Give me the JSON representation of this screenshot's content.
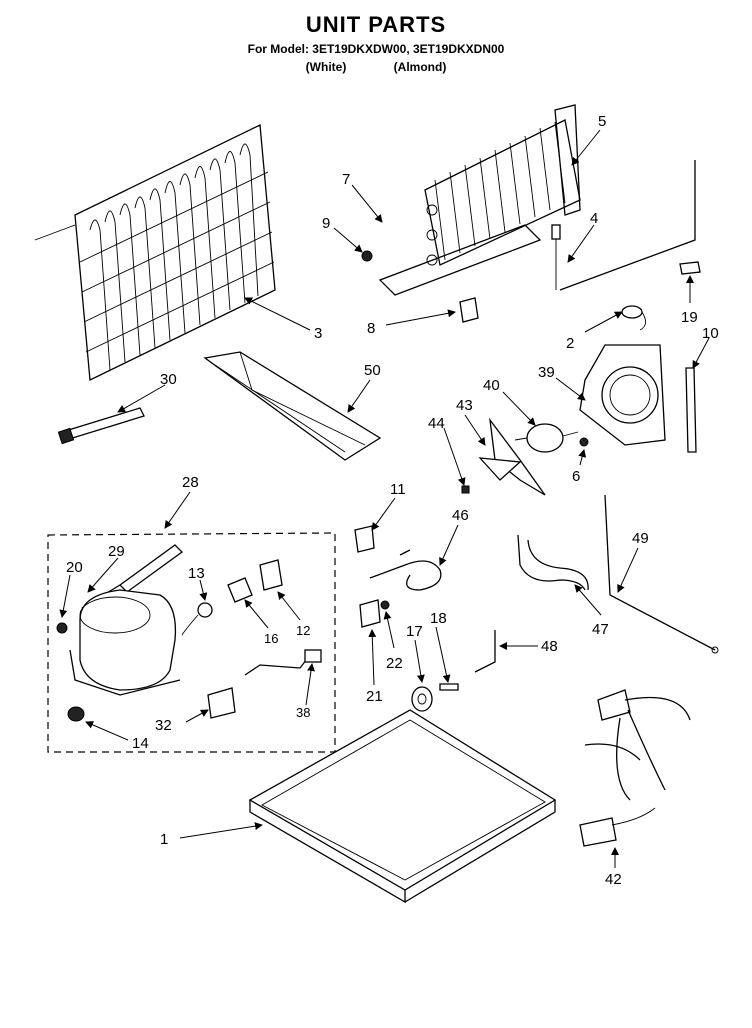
{
  "header": {
    "title": "UNIT PARTS",
    "model_line": "For Model: 3ET19DKXDW00, 3ET19DKXDN00",
    "variant_white": "(White)",
    "variant_almond": "(Almond)"
  },
  "callouts": {
    "c1": "1",
    "c2": "2",
    "c3": "3",
    "c4": "4",
    "c5": "5",
    "c6": "6",
    "c7": "7",
    "c8": "8",
    "c9": "9",
    "c10": "10",
    "c11": "11",
    "c12": "12",
    "c13": "13",
    "c14": "14",
    "c16": "16",
    "c17": "17",
    "c18": "18",
    "c19": "19",
    "c20": "20",
    "c21": "21",
    "c22": "22",
    "c28": "28",
    "c29": "29",
    "c30": "30",
    "c32": "32",
    "c38": "38",
    "c39": "39",
    "c40": "40",
    "c42": "42",
    "c43": "43",
    "c44": "44",
    "c46": "46",
    "c47": "47",
    "c48": "48",
    "c49": "49",
    "c50": "50"
  }
}
